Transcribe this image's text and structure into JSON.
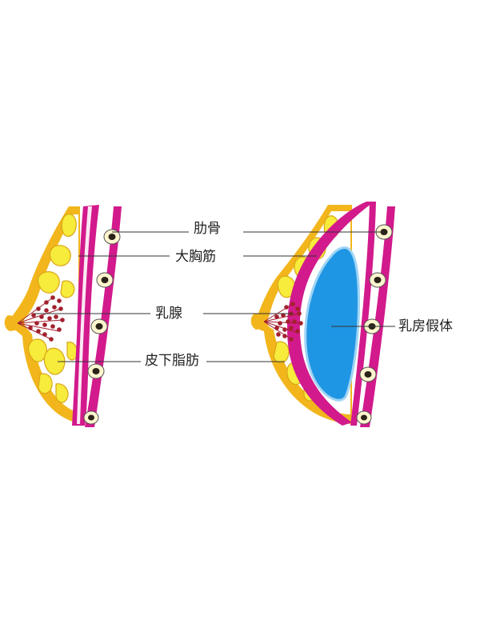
{
  "labels": {
    "rib": "肋骨",
    "pectoralis": "大胸筋",
    "mammary_gland": "乳腺",
    "subcutaneous_fat": "皮下脂肪",
    "implant": "乳房假体"
  },
  "colors": {
    "skin": "#f2b61c",
    "fat": "#f7eb3c",
    "fat_outline": "#d9a516",
    "muscle": "#d21a8c",
    "rib_fill": "#fff6cf",
    "rib_core": "#2a2418",
    "gland": "#a3202e",
    "implant": "#1f96e4",
    "implant_edge": "#9fd4f5",
    "leader": "#333333"
  }
}
